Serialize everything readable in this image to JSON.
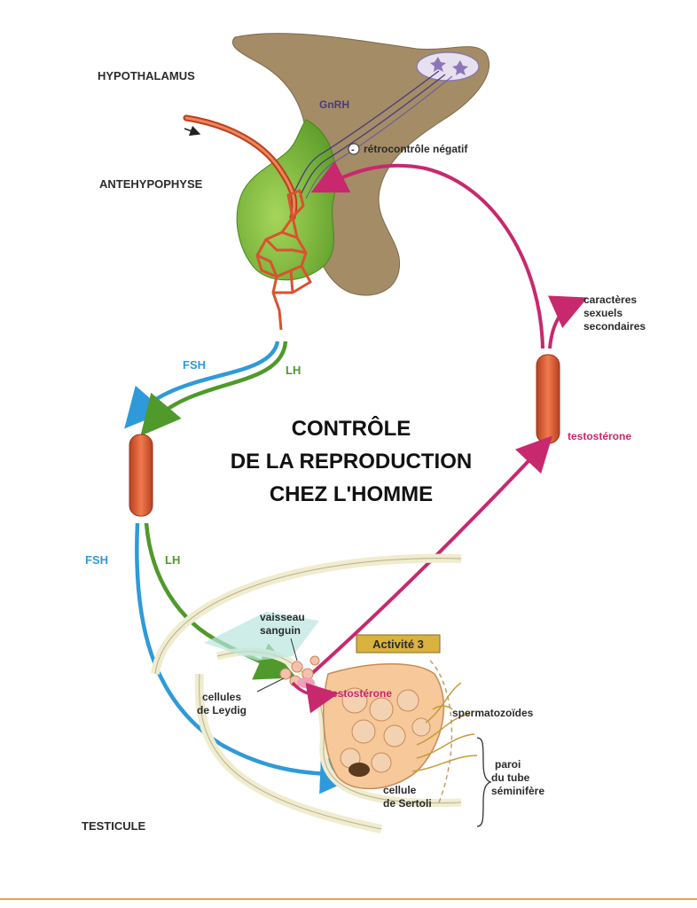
{
  "diagram": {
    "title_lines": [
      "CONTRÔLE",
      "DE LA REPRODUCTION",
      "CHEZ L'HOMME"
    ],
    "labels": {
      "hypothalamus": "HYPOTHALAMUS",
      "antehypophyse": "ANTEHYPOPHYSE",
      "testicule": "TESTICULE",
      "gnrh": "GnRH",
      "retrocontrole": "rétrocontrôle négatif",
      "retrocontrole_sign": "-",
      "fsh_top": "FSH",
      "lh_top": "LH",
      "fsh_bottom": "FSH",
      "lh_bottom": "LH",
      "caracteres": [
        "caractères",
        "sexuels",
        "secondaires"
      ],
      "testosterone_right": "testostérone",
      "testosterone_inner": "testostérone",
      "vaisseau": [
        "vaisseau",
        "sanguin"
      ],
      "activite": "Activité 3",
      "cellules_leydig": [
        "cellules",
        "de Leydig"
      ],
      "spermatozoides": "spermatozoïdes",
      "paroi": [
        "paroi",
        "du tube",
        "séminifère"
      ],
      "cellule_sertoli": [
        "cellule",
        "de Sertoli"
      ]
    },
    "colors": {
      "fsh": "#2f9ad9",
      "lh": "#4f9a2a",
      "testosterone": "#c8286e",
      "hypophysis": "#7fbd3a",
      "hypothalamus": "#a48c66",
      "vessel": "#d9522f",
      "activity_badge": "#d9b23f"
    }
  }
}
